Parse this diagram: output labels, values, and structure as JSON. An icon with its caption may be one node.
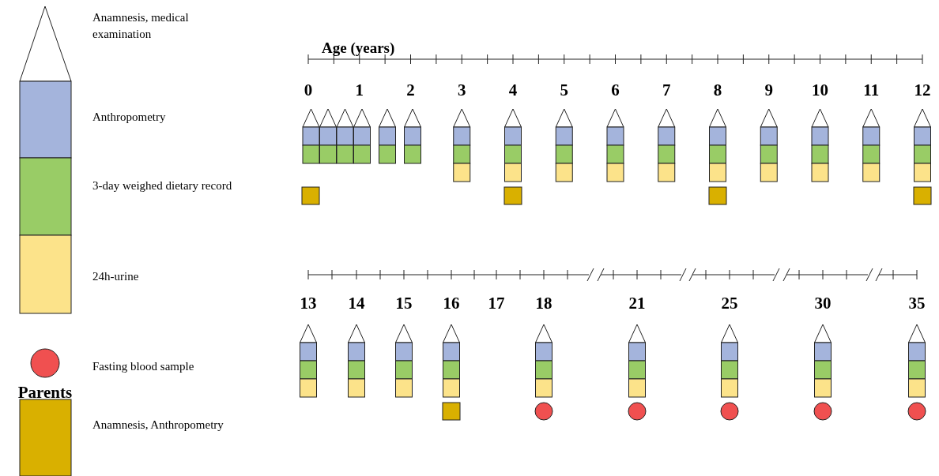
{
  "diagram": {
    "labels": [
      "Age (years)",
      "0",
      "1",
      "2",
      "3",
      "4",
      "5",
      "6",
      "7",
      "8",
      "9",
      "10",
      "11",
      "12",
      "13",
      "14",
      "15",
      "16",
      "17",
      "18",
      "21",
      "25",
      "30",
      "35",
      "Parents"
    ],
    "legend": [
      {
        "text": "Anamnesis, medical examination"
      },
      {
        "text": "Anthropometry",
        "color": "#a4b4dc"
      },
      {
        "text": "3-day weighed dietary record",
        "color": "#99cc66"
      },
      {
        "text": "24h-urine",
        "color": "#fce38a"
      },
      {
        "text": "Fasting blood sample",
        "color": "#f05050"
      },
      {
        "text": "Anamnesis, Anthropometry",
        "color": "#d9b000"
      }
    ]
  }
}
